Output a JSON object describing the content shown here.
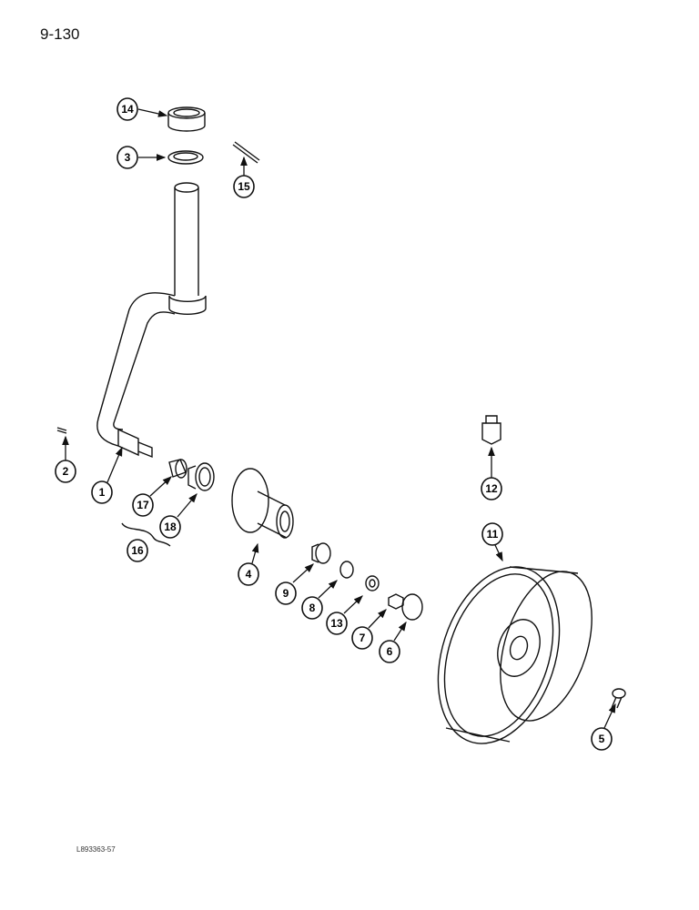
{
  "page_number": "9-130",
  "figure_ref": "L893363-57",
  "callouts": [
    "14",
    "3",
    "15",
    "2",
    "1",
    "17",
    "18",
    "16",
    "4",
    "9",
    "8",
    "13",
    "7",
    "6",
    "12",
    "11",
    "5"
  ]
}
